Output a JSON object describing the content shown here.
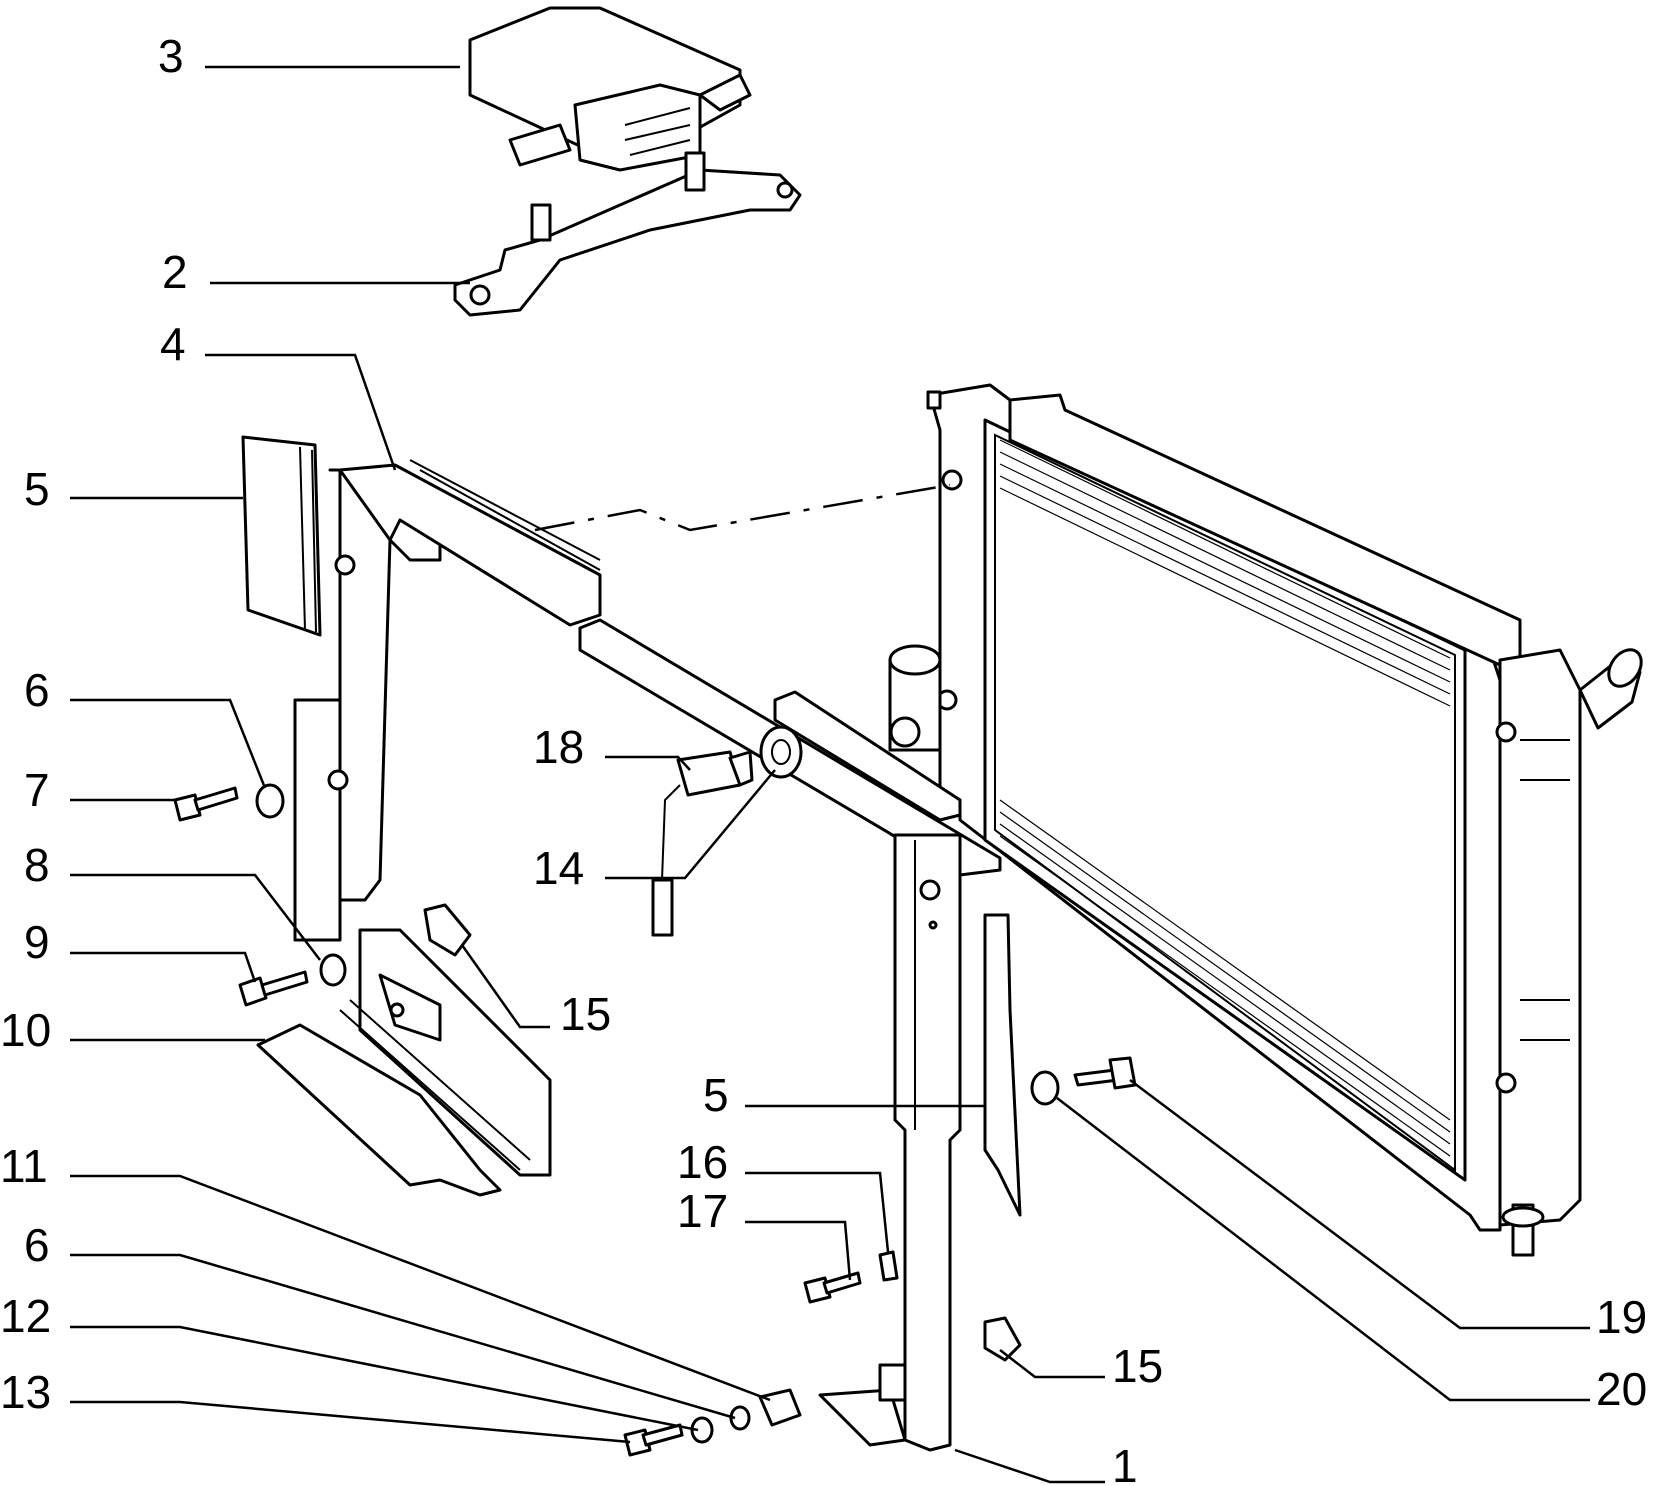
{
  "callouts": [
    {
      "id": "c3",
      "text": "3"
    },
    {
      "id": "c2",
      "text": "2"
    },
    {
      "id": "c4",
      "text": "4"
    },
    {
      "id": "c5a",
      "text": "5"
    },
    {
      "id": "c6a",
      "text": "6"
    },
    {
      "id": "c7",
      "text": "7"
    },
    {
      "id": "c8",
      "text": "8"
    },
    {
      "id": "c9",
      "text": "9"
    },
    {
      "id": "c10",
      "text": "10"
    },
    {
      "id": "c11",
      "text": "11"
    },
    {
      "id": "c6b",
      "text": "6"
    },
    {
      "id": "c12",
      "text": "12"
    },
    {
      "id": "c13",
      "text": "13"
    },
    {
      "id": "c18",
      "text": "18"
    },
    {
      "id": "c14",
      "text": "14"
    },
    {
      "id": "c15a",
      "text": "15"
    },
    {
      "id": "c5b",
      "text": "5"
    },
    {
      "id": "c16",
      "text": "16"
    },
    {
      "id": "c17",
      "text": "17"
    },
    {
      "id": "c15b",
      "text": "15"
    },
    {
      "id": "c1",
      "text": "1"
    },
    {
      "id": "c19",
      "text": "19"
    },
    {
      "id": "c20",
      "text": "20"
    }
  ]
}
